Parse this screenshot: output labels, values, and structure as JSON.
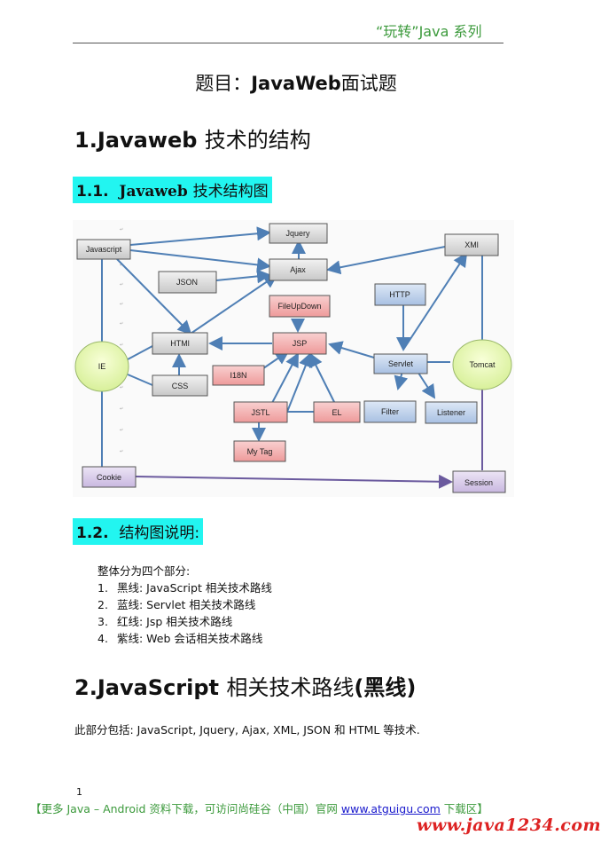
{
  "header": {
    "series": "“玩转”Java 系列"
  },
  "title": {
    "prefix": "题目：",
    "name": "JavaWeb",
    "suffix": "面试题"
  },
  "section1": {
    "heading_num": "1.Javaweb",
    "heading_text": "技术的结构",
    "sub1_num": "1.1.",
    "sub1_latin": "Javaweb",
    "sub1_text": "技术结构图",
    "sub2_num": "1.2.",
    "sub2_text": "结构图说明:",
    "intro": "整体分为四个部分:",
    "items": [
      {
        "num": "1.",
        "text": "黑线: JavaScript 相关技术路线"
      },
      {
        "num": "2.",
        "text": "蓝线: Servlet 相关技术路线"
      },
      {
        "num": "3.",
        "text": "红线: Jsp 相关技术路线"
      },
      {
        "num": "4.",
        "text": "紫线: Web 会话相关技术路线"
      }
    ]
  },
  "section2": {
    "heading_num": "2.JavaScript",
    "heading_text": "相关技术路线",
    "heading_paren": "(黑线)",
    "paragraph": "此部分包括: JavaScript, Jquery, Ajax, XML, JSON 和 HTML 等技术."
  },
  "diagram": {
    "nodes": {
      "javascript": "Javascript",
      "jquery": "Jquery",
      "ajax": "Ajax",
      "xml": "XMl",
      "json": "JSON",
      "fileupdown": "FileUpDown",
      "http": "HTTP",
      "html": "HTMl",
      "jsp": "JSP",
      "ie": "IE",
      "servlet": "Servlet",
      "tomcat": "Tomcat",
      "i18n": "I18N",
      "css": "CSS",
      "filter": "Filter",
      "listener": "Listener",
      "jstl": "JSTL",
      "el": "EL",
      "mytag": "My Tag",
      "cookie": "Cookie",
      "session": "Session"
    },
    "colors": {
      "gray_box": "#d4d4d4",
      "blue_box": "#b7cde8",
      "red_box": "#f2aaaa",
      "purple_box": "#d3c4e4",
      "green_node": "#e6f7b0",
      "arrow": "#4f7fb5"
    }
  },
  "page": {
    "number": "1"
  },
  "footer": {
    "text_before": "【更多 Java – Android 资料下载，可访问尚硅谷（中国）官网",
    "link": "www.atguigu.com",
    "text_after": "下载区】"
  },
  "watermark": "www.java1234.com"
}
